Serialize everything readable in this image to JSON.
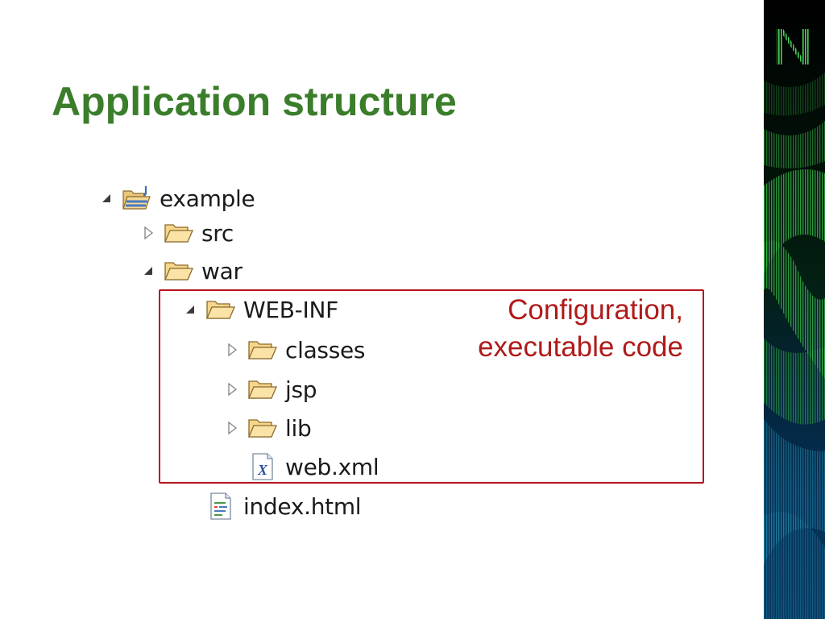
{
  "slide": {
    "title": "Application structure"
  },
  "tree": {
    "nodes": [
      {
        "label": "example",
        "icon": "project-folder-icon",
        "toggle": "expanded"
      },
      {
        "label": "src",
        "icon": "folder-icon",
        "toggle": "collapsed"
      },
      {
        "label": "war",
        "icon": "folder-icon",
        "toggle": "expanded"
      },
      {
        "label": "WEB-INF",
        "icon": "folder-icon",
        "toggle": "expanded"
      },
      {
        "label": "classes",
        "icon": "folder-icon",
        "toggle": "collapsed"
      },
      {
        "label": "jsp",
        "icon": "folder-icon",
        "toggle": "collapsed"
      },
      {
        "label": "lib",
        "icon": "folder-icon",
        "toggle": "collapsed"
      },
      {
        "label": "web.xml",
        "icon": "xml-file-icon",
        "toggle": "none"
      },
      {
        "label": "index.html",
        "icon": "html-file-icon",
        "toggle": "none"
      }
    ]
  },
  "callout": {
    "line1": "Configuration,",
    "line2": "executable code"
  },
  "colors": {
    "title": "#3a7d2a",
    "callout": "#b01a1a",
    "highlight_border": "#b8141f",
    "folder": "#f2c46a"
  },
  "logo": {
    "letter": "N"
  }
}
